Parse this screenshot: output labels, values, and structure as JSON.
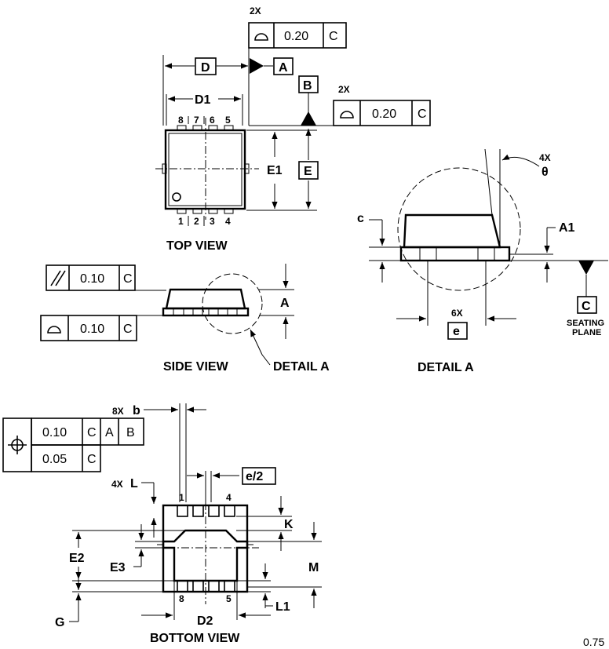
{
  "views": {
    "top": "TOP VIEW",
    "side": "SIDE VIEW",
    "detail_a": "DETAIL A",
    "detail_a_ref": "DETAIL A",
    "bottom": "BOTTOM VIEW"
  },
  "dims": {
    "D": "D",
    "D1": "D1",
    "E": "E",
    "E1": "E1",
    "A": "A",
    "A1": "A1",
    "c": "c",
    "theta": "θ",
    "b": "b",
    "e": "e",
    "e2": "e/2",
    "L": "L",
    "L1": "L1",
    "K": "K",
    "M": "M",
    "E2": "E2",
    "E3": "E3",
    "D2": "D2",
    "G": "G"
  },
  "datums": {
    "A": "A",
    "B": "B",
    "C": "C"
  },
  "multipliers": {
    "profile_top": "2X",
    "profile_right": "2X",
    "theta": "4X",
    "e": "6X",
    "b": "8X",
    "L": "4X"
  },
  "fcf": {
    "profile_top": {
      "value": "0.20",
      "datum": "C"
    },
    "profile_right": {
      "value": "0.20",
      "datum": "C"
    },
    "parallel": {
      "value": "0.10",
      "datum": "C"
    },
    "profile_side": {
      "value": "0.10",
      "datum": "C"
    },
    "position_row1": {
      "value": "0.10",
      "d1": "C",
      "d2": "A",
      "d3": "B"
    },
    "position_row2": {
      "value": "0.05",
      "d1": "C"
    }
  },
  "pins": {
    "top_upper": [
      "8",
      "7",
      "6",
      "5"
    ],
    "top_lower": [
      "1",
      "2",
      "3",
      "4"
    ],
    "bottom_first": "1",
    "bottom_fourth": "4",
    "bottom_eighth": "8",
    "bottom_fifth": "5"
  },
  "seating_plane": {
    "line1": "SEATING",
    "line2": "PLANE"
  },
  "scale_note": "0.75"
}
